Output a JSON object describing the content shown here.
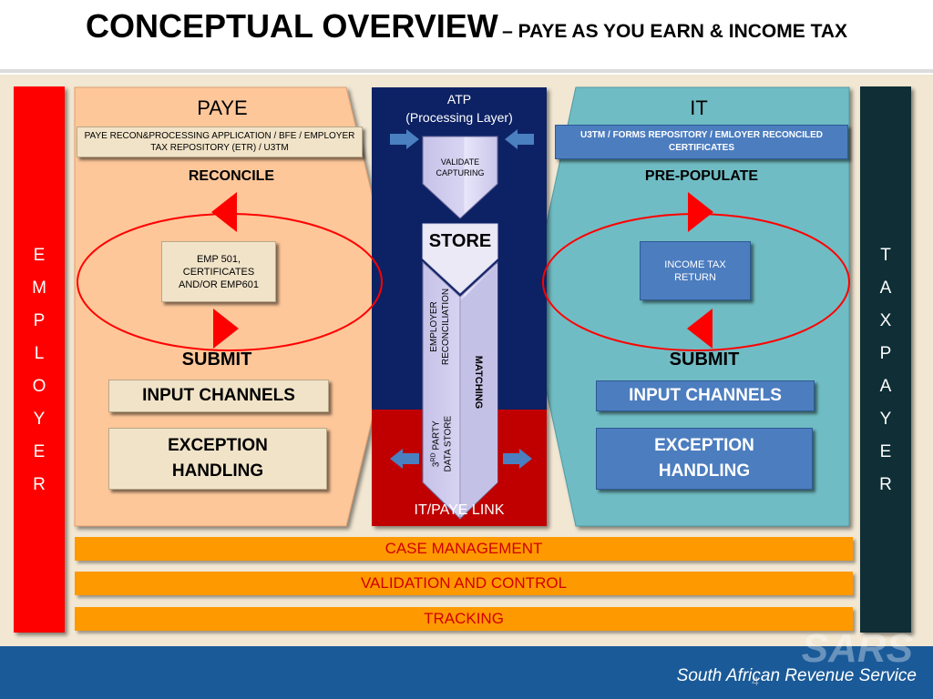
{
  "title": {
    "main": "CONCEPTUAL OVERVIEW",
    "sub": "– PAYE AS YOU EARN & INCOME TAX"
  },
  "employer": {
    "letters": [
      "E",
      "M",
      "P",
      "L",
      "O",
      "Y",
      "E",
      "R"
    ]
  },
  "taxpayer": {
    "letters": [
      "T",
      "A",
      "X",
      "P",
      "A",
      "Y",
      "E",
      "R"
    ]
  },
  "paye": {
    "heading": "PAYE",
    "repository": "PAYE RECON&PROCESSING APPLICATION / BFE / EMPLOYER TAX REPOSITORY  (ETR) / U3TM",
    "reconcile": "RECONCILE",
    "doc": "EMP 501, CERTIFICATES AND/OR EMP601",
    "submit": "SUBMIT",
    "channels": "INPUT CHANNELS",
    "exception": "EXCEPTION HANDLING"
  },
  "it": {
    "heading": "IT",
    "repository": "U3TM / FORMS REPOSITORY / EMLOYER RECONCILED CERTIFICATES",
    "prepopulate": "PRE-POPULATE",
    "doc": "INCOME TAX RETURN",
    "submit": "SUBMIT",
    "channels": "INPUT CHANNELS",
    "exception": "EXCEPTION HANDLING"
  },
  "atp": {
    "title": "ATP",
    "subtitle": "(Processing Layer)",
    "validate": "VALIDATE CAPTURING",
    "store": "STORE",
    "employer_recon": "EMPLOYER RECONCILIATION",
    "matching": "MATCHING",
    "third_party_pre": "3",
    "third_party_sup": "RD",
    "third_party_post": " PARTY",
    "data_store": "DATA STORE",
    "link": "IT/PAYE LINK"
  },
  "bands": [
    "CASE MANAGEMENT",
    "VALIDATION AND CONTROL",
    "TRACKING"
  ],
  "footer": {
    "organisation": "South African Revenue Service",
    "logo": "SARS",
    "page": "4"
  },
  "colors": {
    "employer_bar": "#ff0000",
    "taxpayer_bar": "#0f2e35",
    "paye_panel": "#fdc79a",
    "it_panel": "#6fbcc4",
    "atp_panel": "#0d2465",
    "link_panel": "#c00000",
    "band": "#ff9900",
    "arrow": "#4a7fc0"
  }
}
